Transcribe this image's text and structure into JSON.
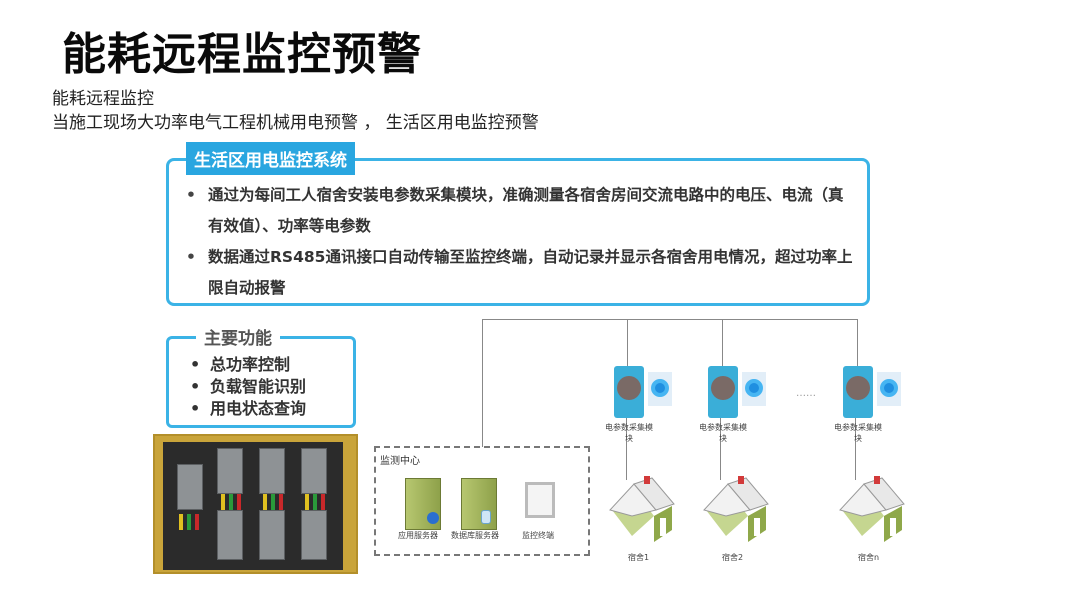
{
  "header": {
    "title": "能耗远程监控预警",
    "subtitle_line1": "能耗远程监控",
    "subtitle_line2": "当施工现场大功率电气工程机械用电预警 ， 生活区用电监控预警"
  },
  "system_panel": {
    "tag": "生活区用电监控系统",
    "bullets": [
      "通过为每间工人宿舍安装电参数采集模块，准确测量各宿舍房间交流电路中的电压、电流（真有效值）、功率等电参数",
      "数据通过RS485通讯接口自动传输至监控终端，自动记录并显示各宿舍用电情况，超过功率上限自动报警"
    ]
  },
  "functions_panel": {
    "title": "主要功能",
    "items": [
      "总功率控制",
      "负载智能识别",
      "用电状态查询"
    ]
  },
  "diagram": {
    "monitor_center": {
      "title": "监测中心",
      "devices": [
        "应用服务器",
        "数据库服务器",
        "监控终端"
      ]
    },
    "module_label": "电参数采集模块",
    "ellipsis": "……",
    "dorms": [
      "宿舍1",
      "宿舍2",
      "宿舍n"
    ]
  },
  "colors": {
    "accent": "#29a6e0",
    "border": "#3bb3e6",
    "server": "#a4b55c",
    "house_wall": "#8fa84a"
  }
}
